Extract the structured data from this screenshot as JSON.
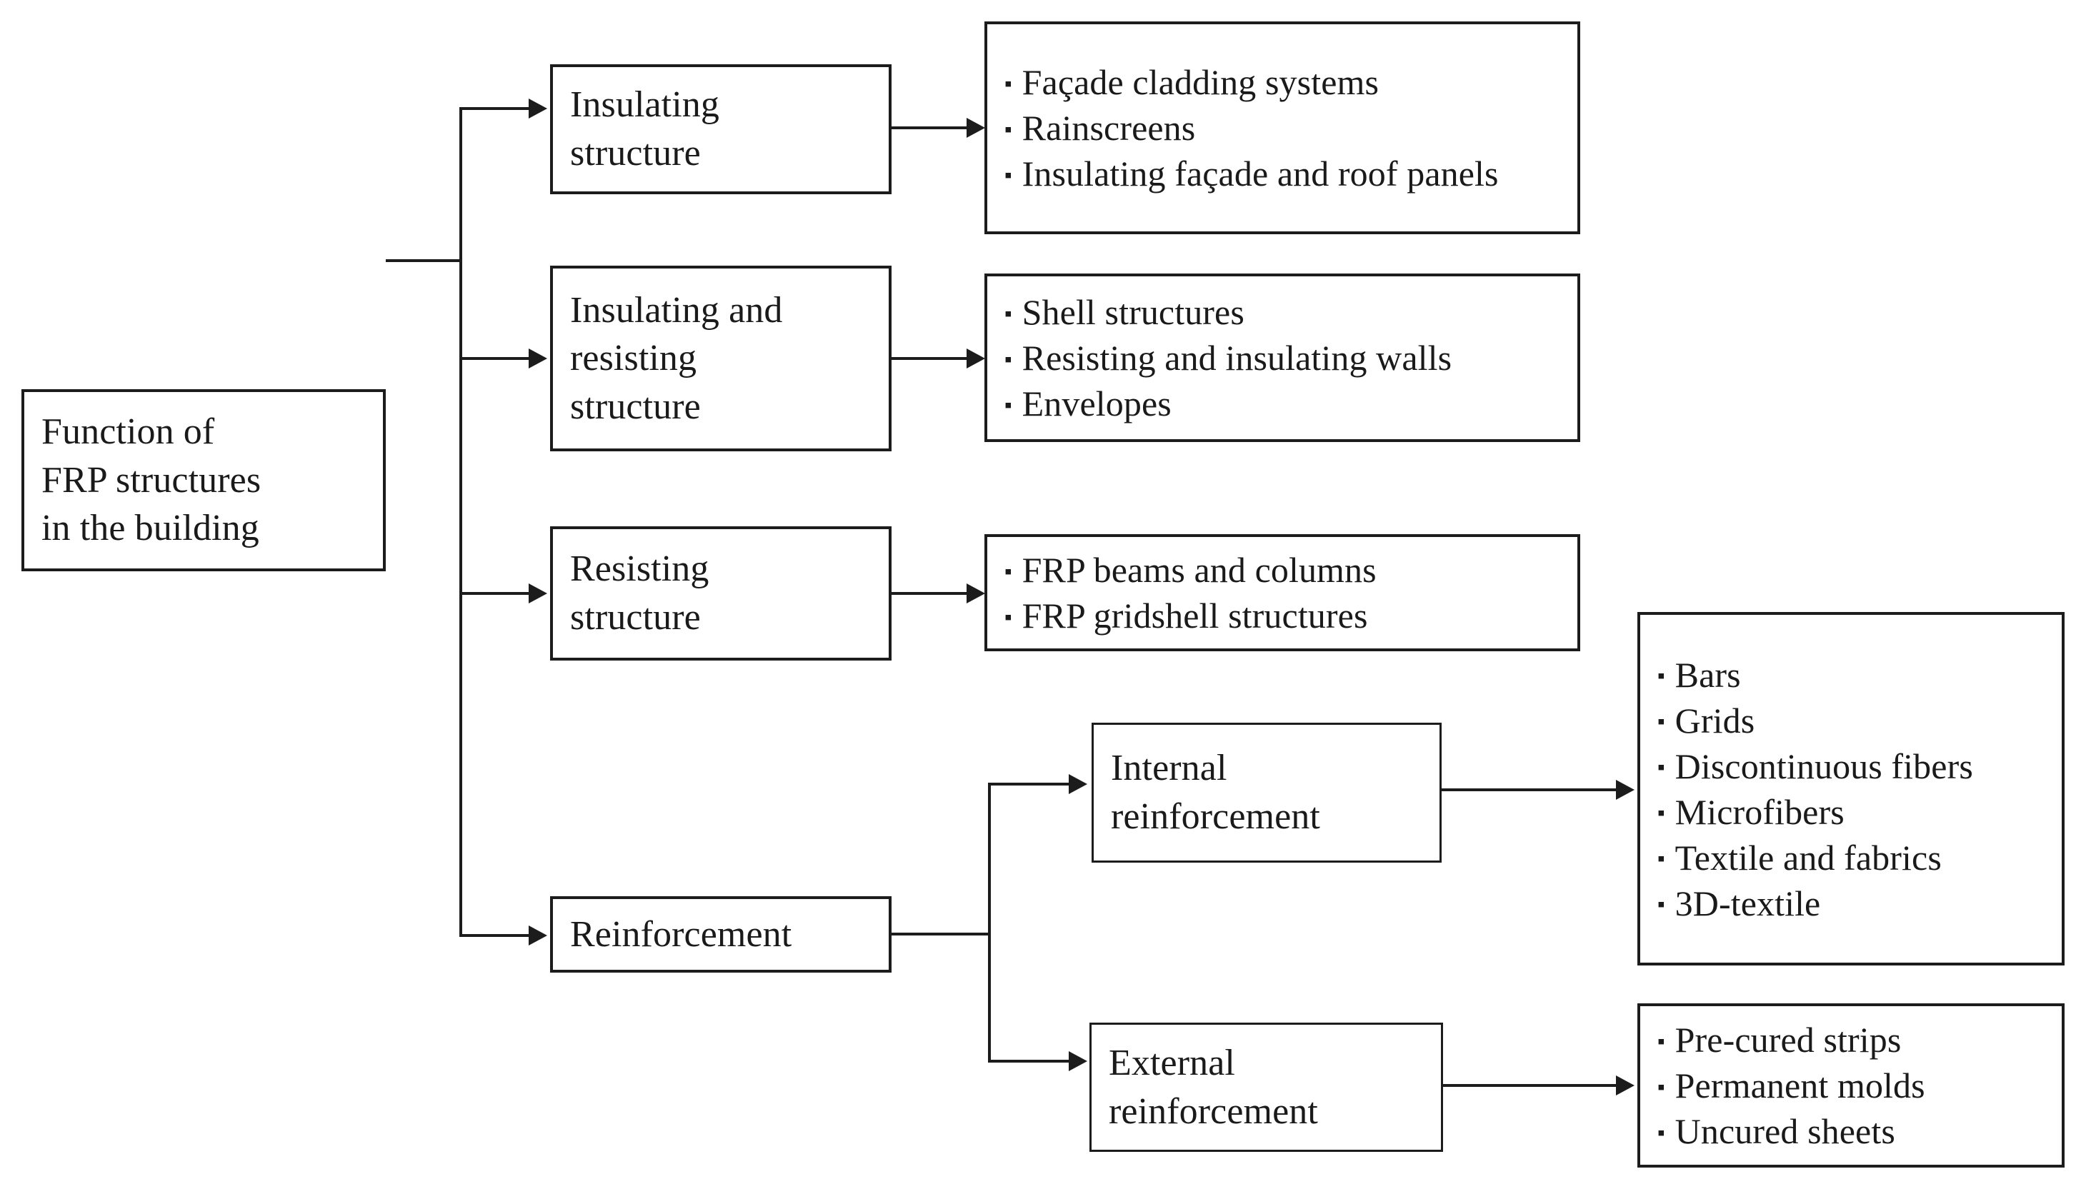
{
  "diagram": {
    "title_node": {
      "label": "Function of\nFRP structures\nin the building"
    },
    "branches": [
      {
        "label": "Insulating\nstructure",
        "items": [
          "Façade cladding systems",
          "Rainscreens",
          "Insulating façade and roof panels"
        ]
      },
      {
        "label": "Insulating and\nresisting\nstructure",
        "items": [
          "Shell structures",
          "Resisting and insulating walls",
          "Envelopes"
        ]
      },
      {
        "label": "Resisting\nstructure",
        "items": [
          "FRP beams and columns",
          "FRP gridshell structures"
        ]
      },
      {
        "label": "Reinforcement",
        "sub_branches": [
          {
            "label": "Internal\nreinforcement",
            "items": [
              "Bars",
              "Grids",
              "Discontinuous fibers",
              "Microfibers",
              "Textile and fabrics",
              "3D-textile"
            ]
          },
          {
            "label": "External\nreinforcement",
            "items": [
              "Pre-cured strips",
              "Permanent molds",
              "Uncured sheets"
            ]
          }
        ]
      }
    ],
    "bullet_glyph": "▪",
    "colors": {
      "line": "#1c1c1c",
      "background": "#ffffff",
      "text": "#1a1a1a"
    }
  }
}
